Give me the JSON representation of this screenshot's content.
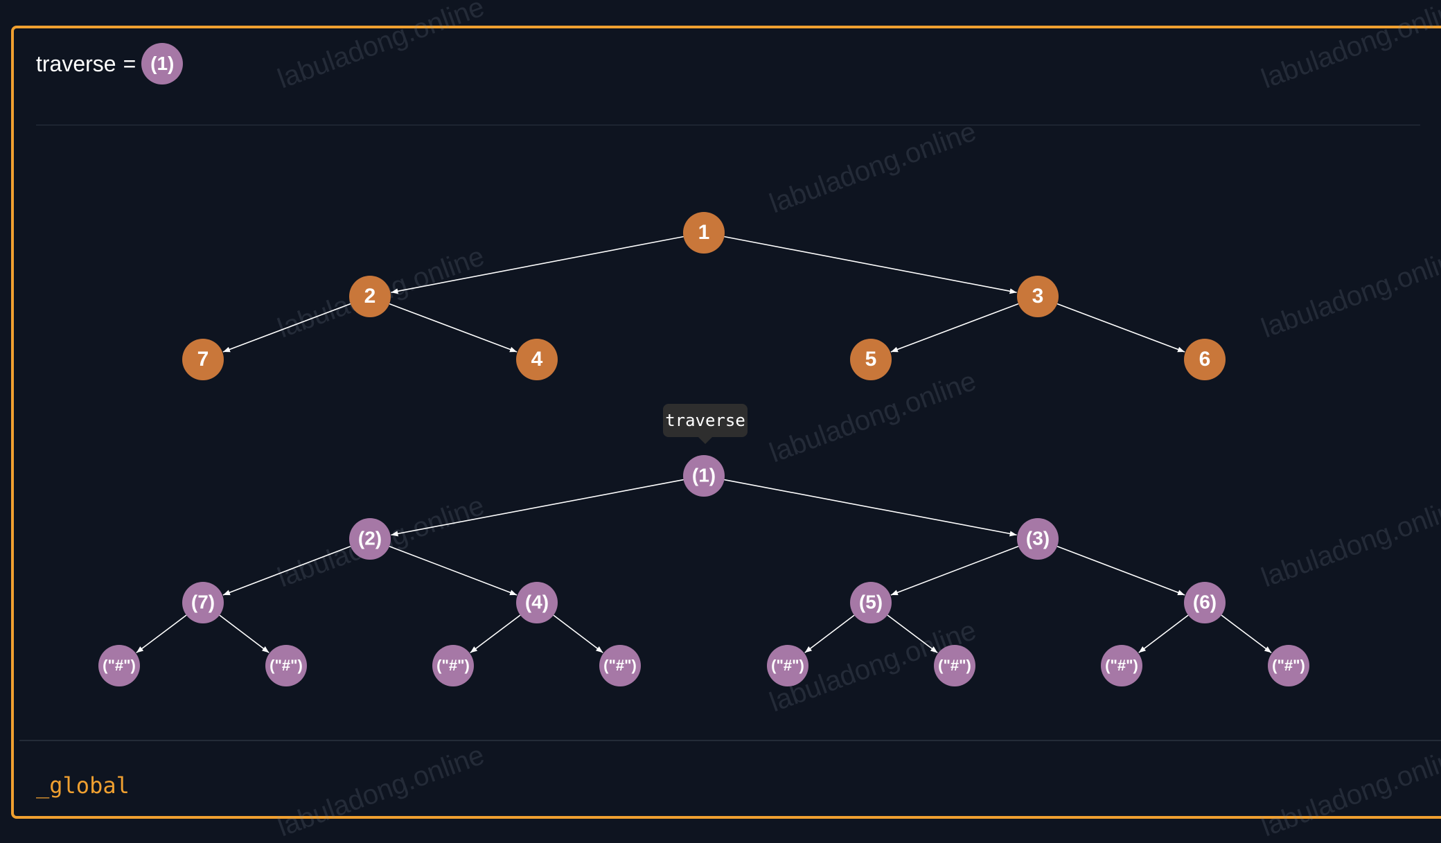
{
  "header": {
    "variable_name": "traverse",
    "equals": "=",
    "value_badge": "(1)"
  },
  "scope_label": "_global",
  "tooltip": "traverse",
  "watermark": "labuladong.online",
  "colors": {
    "frame": "#f0a030",
    "orange_node": "#c9773a",
    "purple_node": "#a678a6",
    "background": "#0e1420"
  },
  "input_tree": {
    "nodes": [
      {
        "id": "1",
        "label": "1"
      },
      {
        "id": "2",
        "label": "2"
      },
      {
        "id": "3",
        "label": "3"
      },
      {
        "id": "7",
        "label": "7"
      },
      {
        "id": "4",
        "label": "4"
      },
      {
        "id": "5",
        "label": "5"
      },
      {
        "id": "6",
        "label": "6"
      }
    ],
    "edges": [
      [
        "1",
        "2"
      ],
      [
        "1",
        "3"
      ],
      [
        "2",
        "7"
      ],
      [
        "2",
        "4"
      ],
      [
        "3",
        "5"
      ],
      [
        "3",
        "6"
      ]
    ]
  },
  "serialized_tree": {
    "nodes": [
      {
        "id": "s1",
        "label": "(1)"
      },
      {
        "id": "s2",
        "label": "(2)"
      },
      {
        "id": "s3",
        "label": "(3)"
      },
      {
        "id": "s7",
        "label": "(7)"
      },
      {
        "id": "s4",
        "label": "(4)"
      },
      {
        "id": "s5",
        "label": "(5)"
      },
      {
        "id": "s6",
        "label": "(6)"
      },
      {
        "id": "h1",
        "label": "(\"#\")"
      },
      {
        "id": "h2",
        "label": "(\"#\")"
      },
      {
        "id": "h3",
        "label": "(\"#\")"
      },
      {
        "id": "h4",
        "label": "(\"#\")"
      },
      {
        "id": "h5",
        "label": "(\"#\")"
      },
      {
        "id": "h6",
        "label": "(\"#\")"
      },
      {
        "id": "h7",
        "label": "(\"#\")"
      },
      {
        "id": "h8",
        "label": "(\"#\")"
      }
    ],
    "edges": [
      [
        "s1",
        "s2"
      ],
      [
        "s1",
        "s3"
      ],
      [
        "s2",
        "s7"
      ],
      [
        "s2",
        "s4"
      ],
      [
        "s3",
        "s5"
      ],
      [
        "s3",
        "s6"
      ],
      [
        "s7",
        "h1"
      ],
      [
        "s7",
        "h2"
      ],
      [
        "s4",
        "h3"
      ],
      [
        "s4",
        "h4"
      ],
      [
        "s5",
        "h5"
      ],
      [
        "s5",
        "h6"
      ],
      [
        "s6",
        "h7"
      ],
      [
        "s6",
        "h8"
      ]
    ]
  }
}
